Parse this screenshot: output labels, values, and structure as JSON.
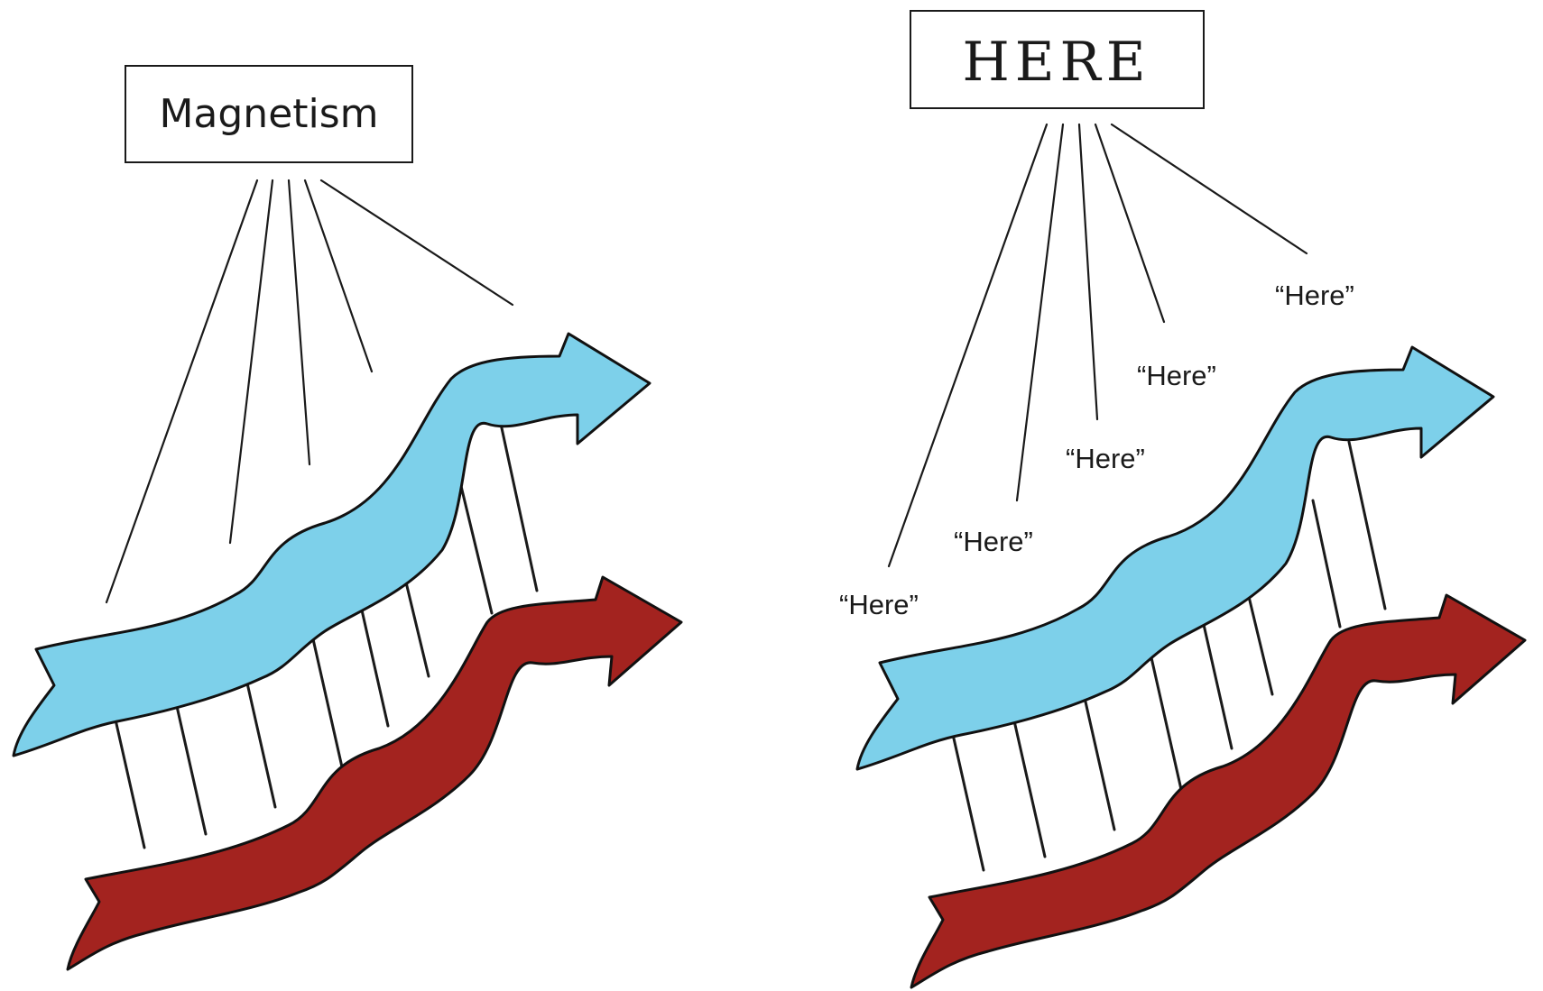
{
  "left_panel": {
    "label": "Magnetism"
  },
  "right_panel": {
    "label": "HERE",
    "here_labels": [
      "“Here”",
      "“Here”",
      "“Here”",
      "“Here”",
      "“Here”"
    ]
  },
  "colors": {
    "upper_arrow": "#7dd0ea",
    "lower_arrow": "#a3231f",
    "outline": "#111111"
  }
}
